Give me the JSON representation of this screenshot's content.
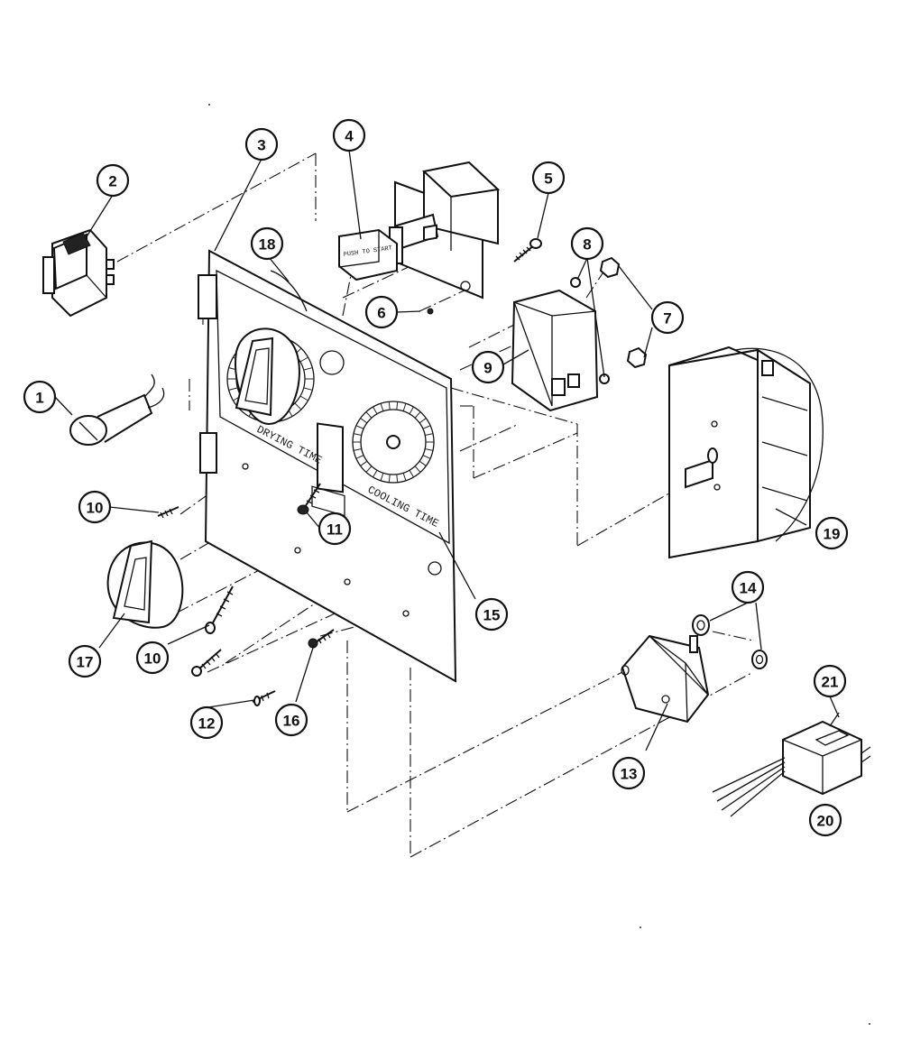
{
  "diagram": {
    "panel_labels": {
      "drying_time": "DRYING TIME",
      "cooling_time": "COOLING TIME",
      "switch_label": "PUSH TO START"
    },
    "callouts": [
      "1",
      "2",
      "3",
      "4",
      "5",
      "6",
      "7",
      "8",
      "9",
      "10",
      "10",
      "11",
      "12",
      "13",
      "14",
      "15",
      "16",
      "17",
      "18",
      "19",
      "20",
      "21"
    ]
  }
}
